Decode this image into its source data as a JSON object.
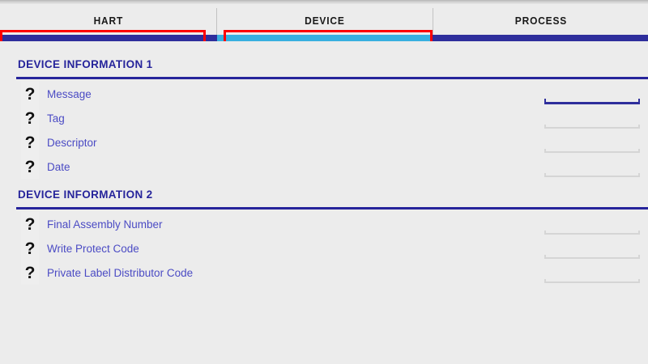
{
  "theme": {
    "background": "#ececec",
    "accent_indigo": "#2e2e9c",
    "accent_cyan": "#38b0e0",
    "label_blue": "#4b4bc4",
    "header_blue": "#26249b",
    "annotation_red": "#fe0000",
    "divider_gray": "#c2c2c2",
    "input_underline_gray": "#d5d5d5"
  },
  "tabs": [
    {
      "label": "HART",
      "active": false,
      "indicator_color": "#2e2e9c",
      "annotated": true
    },
    {
      "label": "DEVICE",
      "active": true,
      "indicator_color": "#38b0e0",
      "annotated": true
    },
    {
      "label": "PROCESS",
      "active": false,
      "indicator_color": "#2e2e9c",
      "annotated": false
    }
  ],
  "sections": [
    {
      "title": "DEVICE INFORMATION 1",
      "rows": [
        {
          "icon": "question-mark-icon",
          "label": "Message",
          "value": "",
          "focused": true
        },
        {
          "icon": "question-mark-icon",
          "label": "Tag",
          "value": "",
          "focused": false
        },
        {
          "icon": "question-mark-icon",
          "label": "Descriptor",
          "value": "",
          "focused": false
        },
        {
          "icon": "question-mark-icon",
          "label": "Date",
          "value": "",
          "focused": false
        }
      ]
    },
    {
      "title": "DEVICE INFORMATION 2",
      "rows": [
        {
          "icon": "question-mark-icon",
          "label": "Final Assembly Number",
          "value": "",
          "focused": false
        },
        {
          "icon": "question-mark-icon",
          "label": "Write Protect Code",
          "value": "",
          "focused": false
        },
        {
          "icon": "question-mark-icon",
          "label": "Private Label Distributor Code",
          "value": "",
          "focused": false
        }
      ]
    }
  ],
  "icons": {
    "question_glyph": "?"
  }
}
